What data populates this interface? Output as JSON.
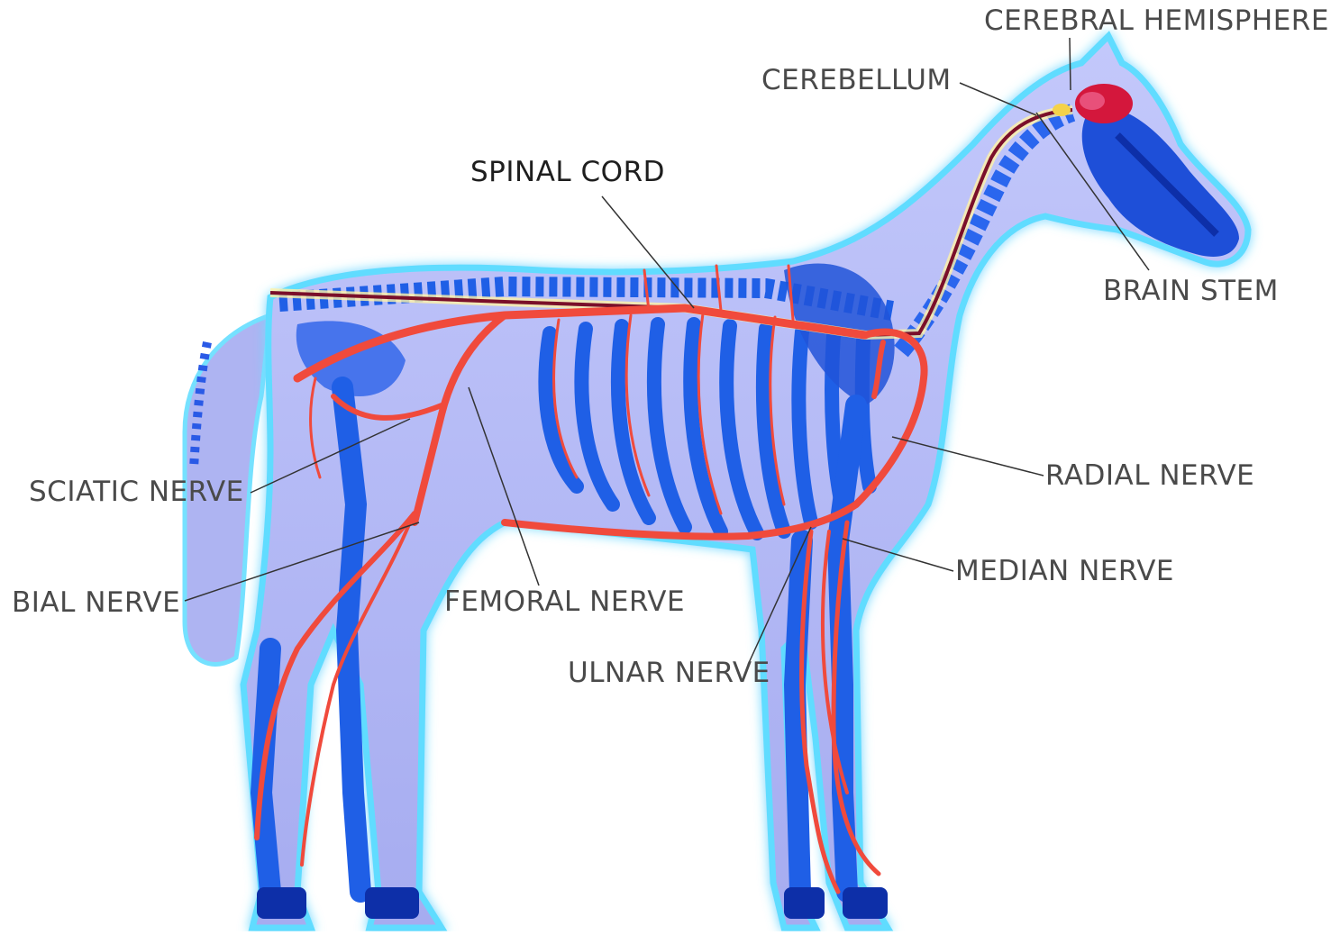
{
  "labels": {
    "cerebral_hemisphere": "CEREBRAL HEMISPHERE",
    "cerebellum": "CEREBELLUM",
    "spinal_cord": "SPINAL CORD",
    "brain_stem": "BRAIN STEM",
    "radial_nerve": "RADIAL NERVE",
    "sciatic_nerve": "SCIATIC NERVE",
    "median_nerve": "MEDIAN NERVE",
    "bial_nerve": "BIAL NERVE",
    "femoral_nerve": "FEMORAL NERVE",
    "ulnar_nerve": "ULNAR NERVE"
  },
  "colors": {
    "body_fill": "#aeb4f4",
    "body_glow": "#5fd6ff",
    "bone": "#1f5fe6",
    "bone_dark": "#0d2fa8",
    "nerve": "#f04a3c",
    "spinal": "#7a0f2a",
    "brain": "#d4173c",
    "leader_line": "#333333"
  }
}
